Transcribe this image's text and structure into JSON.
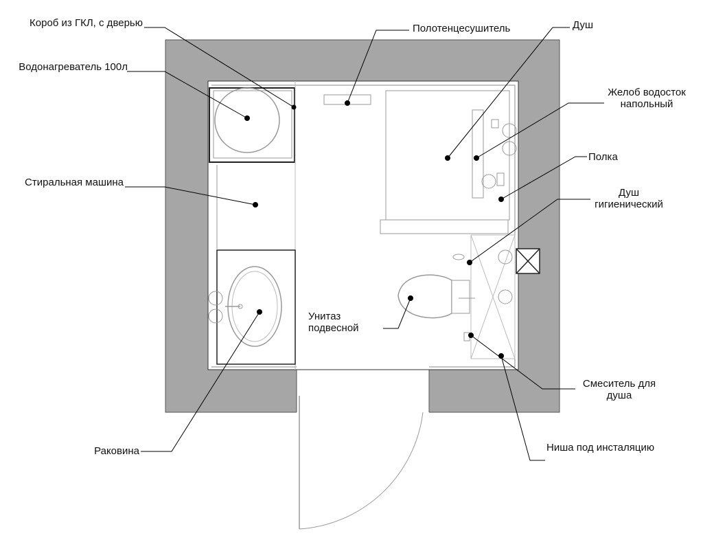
{
  "labels": {
    "box_gkl": "Короб из ГКЛ, с дверью",
    "water_heater": "Водонагреватель 100л",
    "washing_machine": "Стиральная машина",
    "sink": "Раковина",
    "towel_dryer": "Полотенцесушитель",
    "shower": "Душ",
    "floor_drain_line1": "Желоб водосток",
    "floor_drain_line2": "напольный",
    "shelf": "Полка",
    "hygienic_shower_line1": "Душ",
    "hygienic_shower_line2": "гигиенический",
    "toilet_line1": "Унитаз",
    "toilet_line2": "подвесной",
    "shower_mixer_line1": "Смеситель для",
    "shower_mixer_line2": "душа",
    "installation_niche": "Ниша под инсталяцию"
  },
  "colors": {
    "wall": "#a6a6a6",
    "line": "#000000",
    "fixture": "#9a9a9a",
    "background": "#ffffff"
  }
}
